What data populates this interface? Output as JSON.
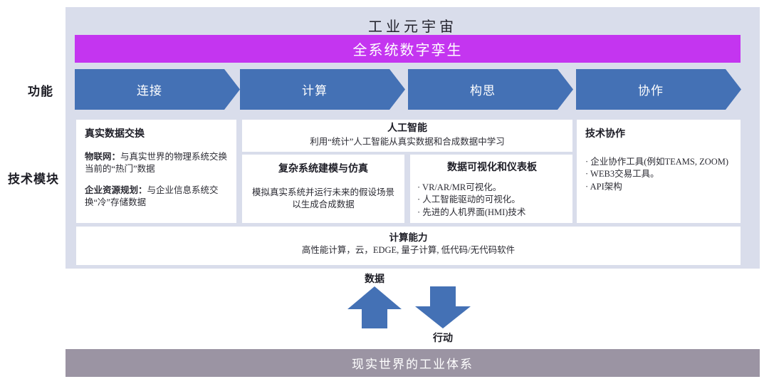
{
  "colors": {
    "panel_background": "#d9ddeb",
    "digital_twin_banner": "#c435f0",
    "arrow_blue": "#4471b5",
    "real_world_bar": "#9b94a3",
    "module_box": "#ffffff",
    "text_dark": "#26262e",
    "text_white": "#ffffff"
  },
  "header": {
    "title": "工业元宇宙",
    "digital_twin_banner": "全系统数字孪生"
  },
  "row_labels": {
    "functions": "功能",
    "tech_modules": "技术模块"
  },
  "function_arrows": [
    {
      "label": "连接"
    },
    {
      "label": "计算"
    },
    {
      "label": "构思"
    },
    {
      "label": "协作"
    }
  ],
  "modules": {
    "real_data_exchange": {
      "title": "真实数据交换",
      "items": [
        {
          "term": "物联网：",
          "desc": "与真实世界的物理系统交换当前的“热门”数据"
        },
        {
          "term": "企业资源规划：",
          "desc": "与企业信息系统交换“冷”存储数据"
        }
      ]
    },
    "ai": {
      "title": "人工智能",
      "subtitle": "利用“统计”人工智能从真实数据和合成数据中学习"
    },
    "simulation": {
      "title": "复杂系统建模与仿真",
      "body": "模拟真实系统并运行未来的假设场景以生成合成数据"
    },
    "visualization": {
      "title": "数据可视化和仪表板",
      "bullets": [
        "· VR/AR/MR可视化。",
        "· 人工智能驱动的可视化。",
        "· 先进的人机界面(HMI)技术"
      ]
    },
    "collaboration": {
      "title": "技术协作",
      "bullets": [
        "· 企业协作工具(例如TEAMS, ZOOM)",
        "· WEB3交易工具。",
        "· API架构"
      ]
    },
    "compute": {
      "title": "计算能力",
      "subtitle": "高性能计算，云，EDGE, 量子计算, 低代码/无代码软件"
    }
  },
  "data_flow": {
    "up_label": "数据",
    "down_label": "行动"
  },
  "footer": {
    "real_world_bar": "现实世界的工业体系"
  }
}
